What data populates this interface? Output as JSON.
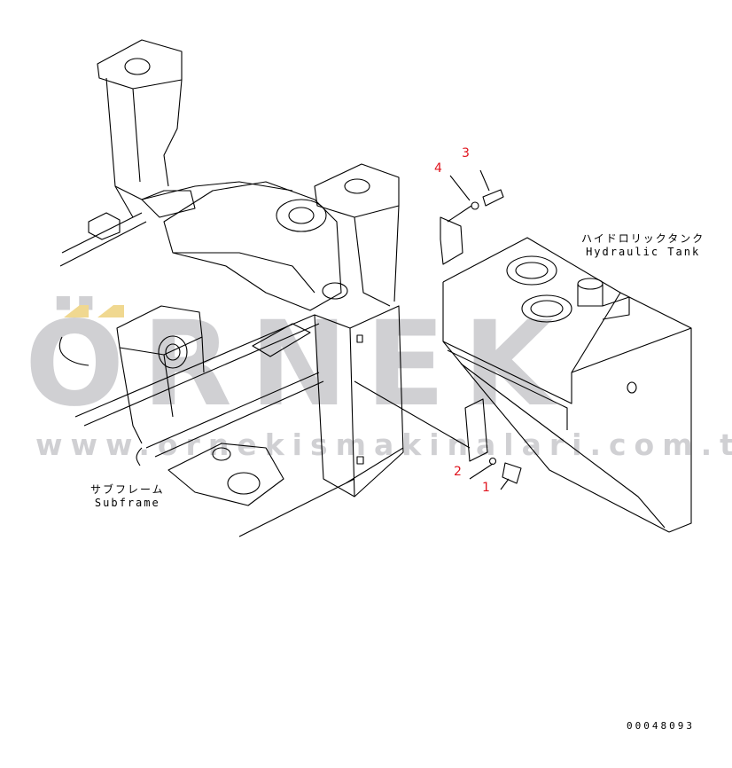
{
  "diagram": {
    "callouts": [
      {
        "number": "1"
      },
      {
        "number": "2"
      },
      {
        "number": "3"
      },
      {
        "number": "4"
      }
    ],
    "labels": {
      "subframe_jp": "サブフレーム",
      "subframe_en": "Subframe",
      "tank_jp": "ハイドロリックタンク",
      "tank_en": "Hydraulic Tank"
    },
    "drawing_code": "00048093",
    "callout_color": "#e0141e"
  },
  "watermark": {
    "brand": "ÖRNEK",
    "url": "www.ornekismakinalari.com.tr"
  }
}
